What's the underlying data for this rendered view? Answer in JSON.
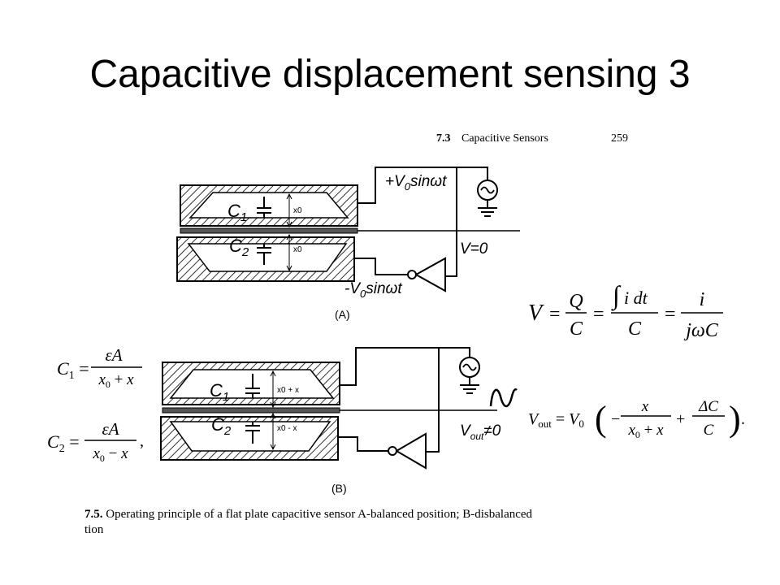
{
  "slide": {
    "title": "Capacitive displacement sensing 3"
  },
  "book_header": {
    "section": "7.3",
    "title": "Capacitive Sensors",
    "page": "259"
  },
  "diagram_a": {
    "c1": "C",
    "c1_sub": "1",
    "c2": "C",
    "c2_sub": "2",
    "gap_top": "x0",
    "gap_bottom": "x0",
    "plus_signal": "+V0sinωt",
    "minus_signal": "-V0sinωt",
    "output": "V=0",
    "label": "(A)"
  },
  "diagram_b": {
    "c1": "C",
    "c1_sub": "1",
    "c2": "C",
    "c2_sub": "2",
    "gap_top": "x0 + x",
    "gap_bottom": "x0 - x",
    "output": "Vout≠0",
    "label": "(B)"
  },
  "equations": {
    "c1_lhs": "C1 =",
    "c1_num": "εA",
    "c1_den": "x0 + x",
    "c2_lhs": "C2 =",
    "c2_num": "εA",
    "c2_den": "x0 − x",
    "v_lhs": "V =",
    "v_q": "Q",
    "v_c": "C",
    "v_int": "∫ i dt",
    "v_i": "i",
    "v_jwc": "jωC",
    "vout_lhs": "Vout = V0",
    "vout_x": "x",
    "vout_den": "x0 + x",
    "vout_dc": "ΔC",
    "vout_c": "C"
  },
  "caption": {
    "number": "7.5.",
    "text": "Operating principle of a flat plate capacitive sensor A-balanced position; B-disbalanced",
    "line2": "tion"
  }
}
